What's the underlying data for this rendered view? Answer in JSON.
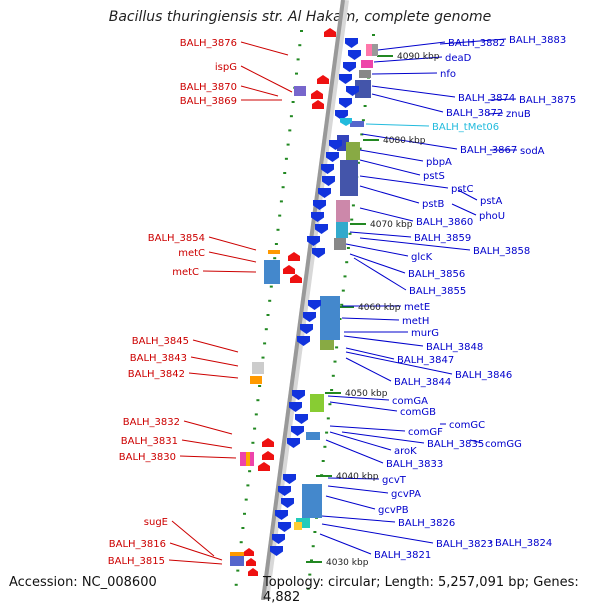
{
  "title": "Bacillus thuringiensis str. Al Hakam, complete genome",
  "footer": {
    "accession": "Accession: NC_008600",
    "topology": "Topology: circular; Length: 5,257,091 bp; Genes: 4,882"
  },
  "colors": {
    "left_label": "#cc0000",
    "right_label": "#0000cc",
    "trna_label": "#22bbdd",
    "kbp_label": "#222222",
    "tick": "#228822",
    "red_gene": "#ee1111",
    "blue_gene": "#1133dd",
    "genome_line": "#999999"
  },
  "kbp_marks": [
    "4090 kbp",
    "4080 kbp",
    "4070 kbp",
    "4060 kbp",
    "4050 kbp",
    "4040 kbp",
    "4030 kbp"
  ],
  "left_labels": [
    "BALH_3876",
    "ispG",
    "BALH_3870",
    "BALH_3869",
    "BALH_3854",
    "metC",
    "metC",
    "BALH_3845",
    "BALH_3843",
    "BALH_3842",
    "BALH_3832",
    "BALH_3831",
    "BALH_3830",
    "sugE",
    "BALH_3816",
    "BALH_3815"
  ],
  "right_labels": [
    "BALH_3882",
    "BALH_3883",
    "deaD",
    "nfo",
    "BALH_3874",
    "BALH_3875",
    "BALH_3872",
    "znuB",
    "BALH_tMet06",
    "BALH_3867",
    "sodA",
    "pbpA",
    "pstS",
    "pstC",
    "pstA",
    "pstB",
    "phoU",
    "BALH_3860",
    "BALH_3859",
    "BALH_3858",
    "glcK",
    "BALH_3856",
    "BALH_3855",
    "metE",
    "metH",
    "murG",
    "BALH_3848",
    "BALH_3847",
    "BALH_3846",
    "BALH_3844",
    "comGA",
    "comGB",
    "comGC",
    "comGF",
    "BALH_3835",
    "comGG",
    "aroK",
    "BALH_3833",
    "gcvT",
    "gcvPA",
    "gcvPB",
    "BALH_3826",
    "BALH_3823",
    "BALH_3824",
    "BALH_3821"
  ]
}
